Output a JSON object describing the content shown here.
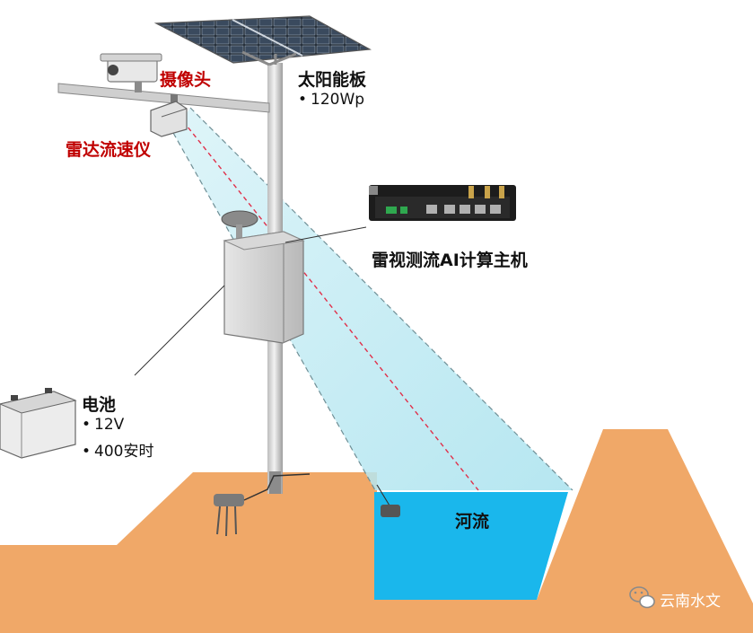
{
  "labels": {
    "camera": "摄像头",
    "radar": "雷达流速仪",
    "solar_panel": "太阳能板",
    "solar_spec": "120Wp",
    "computer": "雷视测流AI计算主机",
    "battery": "电池",
    "battery_specs": [
      "12V",
      "400安时"
    ],
    "river": "河流"
  },
  "watermark": {
    "text": "云南水文",
    "icon": "wechat-icon"
  },
  "colors": {
    "ground": "#f0a868",
    "water": "#1ab7ec",
    "beam": "#bfe9f2",
    "label_red": "#c00000",
    "pole": "#d9d9d9",
    "cabinet": "#c8c8c8"
  }
}
